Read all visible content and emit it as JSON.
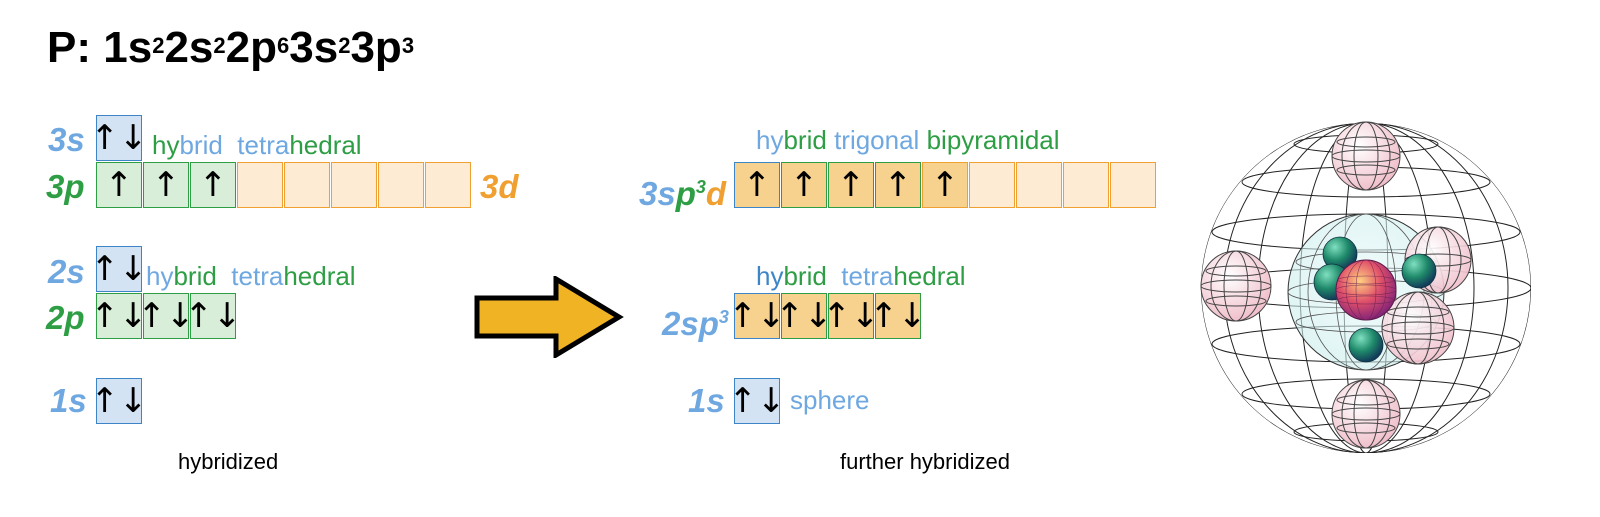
{
  "title": {
    "prefix": "P: ",
    "terms": [
      {
        "base": "1s",
        "exp": "2"
      },
      {
        "base": "2s",
        "exp": "2"
      },
      {
        "base": "2p",
        "exp": "6"
      },
      {
        "base": "3s",
        "exp": "2"
      },
      {
        "base": "3p",
        "exp": "3"
      }
    ]
  },
  "left": {
    "label_3s": "3s",
    "label_3p": "3p",
    "label_3d": "3d",
    "label_2s": "2s",
    "label_2p": "2p",
    "label_1s": "1s",
    "hybrid_3": {
      "p1": "hy",
      "p2": "brid",
      "p3": "tetra",
      "p4": "hedral"
    },
    "hybrid_2": {
      "p1": "hy",
      "p2": "brid",
      "p3": "tetra",
      "p4": "hedral"
    },
    "orbitals": {
      "s3": [
        "↑↓"
      ],
      "p3": [
        "↑",
        "↑",
        "↑"
      ],
      "d3": [
        "",
        "",
        "",
        "",
        ""
      ],
      "s2": [
        "↑↓"
      ],
      "p2": [
        "↑↓",
        "↑↓",
        "↑↓"
      ],
      "s1": [
        "↑↓"
      ]
    },
    "caption": "hybridized"
  },
  "right": {
    "label_3": {
      "a": "3s",
      "b": "p",
      "sup": "3",
      "c": "d"
    },
    "label_2": {
      "a": "2sp",
      "sup": "3"
    },
    "label_1s": "1s",
    "hybrid_3": {
      "p1": "hy",
      "p2": "brid",
      "p3": "trigonal",
      "p4": "bipyramidal"
    },
    "hybrid_2": {
      "p1": "hy",
      "p2": "brid",
      "p3": "tetra",
      "p4": "hedral"
    },
    "sphere": "sphere",
    "orbitals": {
      "sp3d": [
        "↑",
        "↑",
        "↑",
        "↑",
        "↑"
      ],
      "d_rest": [
        "",
        "",
        "",
        ""
      ],
      "sp3": [
        "↑↓",
        "↑↓",
        "↑↓",
        "↑↓"
      ],
      "s1": [
        "↑↓"
      ]
    },
    "caption": "further hybridized"
  },
  "colors": {
    "blue": "#6fa8e0",
    "green": "#2e9e45",
    "orange": "#f0a030",
    "arrow": "#f0b323",
    "hybrid_fill": "#f7d28e"
  }
}
